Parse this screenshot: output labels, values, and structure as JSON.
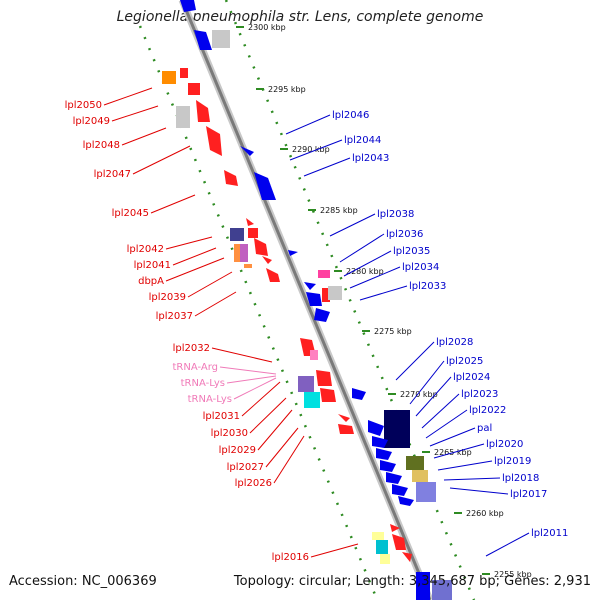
{
  "title": "Legionella pneumophila str. Lens, complete genome",
  "footer": {
    "accession": "Accession: NC_006369",
    "summary": "Topology: circular; Length: 3,345,687 bp; Genes: 2,931"
  },
  "colors": {
    "backbone": "#8a8a8a",
    "ruler": "#2e8b22",
    "left_label": "#e00000",
    "right_label": "#0000cc",
    "trna_label": "#f07ab8"
  },
  "ticks": [
    "2300 kbp",
    "2295 kbp",
    "2290 kbp",
    "2285 kbp",
    "2280 kbp",
    "2275 kbp",
    "2270 kbp",
    "2265 kbp",
    "2260 kbp",
    "2255 kbp"
  ],
  "left_labels": [
    "lpl2050",
    "lpl2049",
    "lpl2048",
    "lpl2047",
    "lpl2045",
    "lpl2042",
    "lpl2041",
    "dbpA",
    "lpl2039",
    "lpl2037",
    "lpl2032",
    "tRNA-Arg",
    "tRNA-Lys",
    "tRNA-Lys",
    "lpl2031",
    "lpl2030",
    "lpl2029",
    "lpl2027",
    "lpl2026",
    "lpl2016"
  ],
  "right_labels": [
    "lpl2046",
    "lpl2044",
    "lpl2043",
    "lpl2038",
    "lpl2036",
    "lpl2035",
    "lpl2034",
    "lpl2033",
    "lpl2028",
    "lpl2025",
    "lpl2024",
    "lpl2023",
    "lpl2022",
    "pal",
    "lpl2020",
    "lpl2019",
    "lpl2018",
    "lpl2017",
    "lpl2011"
  ]
}
